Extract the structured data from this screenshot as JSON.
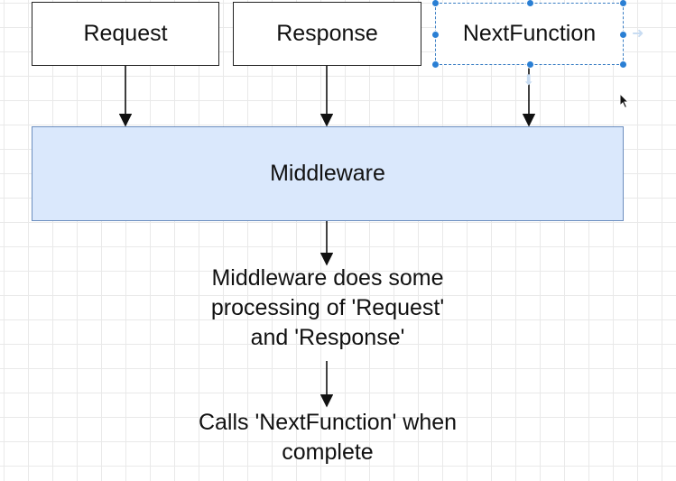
{
  "diagram": {
    "nodes": {
      "request": {
        "label": "Request"
      },
      "response": {
        "label": "Response"
      },
      "next_function": {
        "label": "NextFunction",
        "selected": true
      },
      "middleware": {
        "label": "Middleware",
        "fill": "#dae8fc",
        "stroke": "#6c8ebf"
      }
    },
    "notes": {
      "processing": "Middleware does some\nprocessing of 'Request'\nand 'Response'",
      "calls": "Calls 'NextFunction' when\ncomplete"
    },
    "colors": {
      "selection": "#2a7fd4",
      "grid": "#e9e9e9",
      "edge": "#111111"
    },
    "icons": {
      "hover_arrows": [
        "arrow-right-icon",
        "arrow-down-icon"
      ],
      "cursor": "mouse-pointer-icon"
    }
  }
}
